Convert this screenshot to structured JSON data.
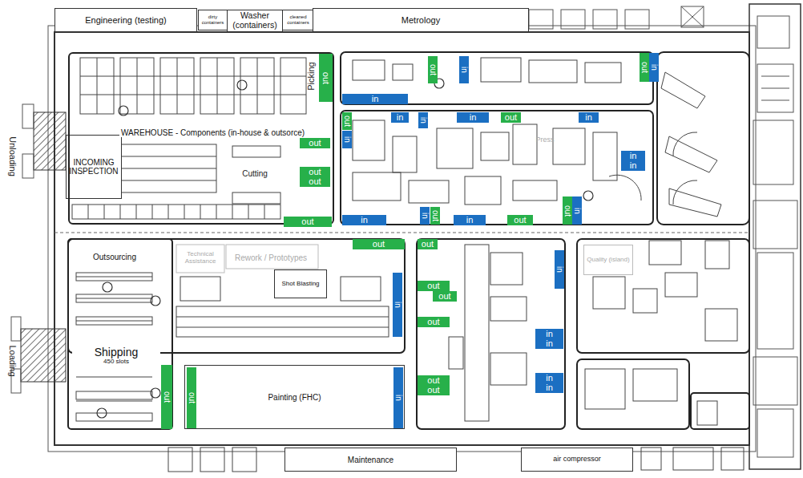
{
  "diagram": {
    "nodes": [
      {
        "text": [
          "Engineering (testing)"
        ]
      },
      {
        "text": [
          "dirty containers"
        ]
      },
      {
        "text": [
          "Washer (containers)"
        ]
      },
      {
        "text": [
          "cleaned containers"
        ]
      },
      {
        "text": [
          "Metrology"
        ]
      },
      {
        "text": [
          "INCOMING INSPECTION"
        ]
      },
      {
        "text": [
          "WAREHOUSE - Components (in-house & outsorce)"
        ]
      },
      {
        "text": [
          "out"
        ],
        "in": 6
      },
      {
        "text": [
          "out"
        ],
        "in": 6
      },
      {
        "text": [
          "out"
        ],
        "in": 6
      },
      {
        "text": [
          "out"
        ],
        "in": 6
      },
      {
        "text": [
          "out"
        ],
        "in": 6
      },
      {
        "text": [
          "in"
        ]
      },
      {
        "text": [
          "out"
        ]
      },
      {
        "text": [
          "in"
        ]
      },
      {
        "text": [
          "out"
        ]
      },
      {
        "text": [
          "in"
        ]
      },
      {
        "text": [
          "out"
        ]
      },
      {
        "text": [
          "in"
        ]
      },
      {
        "text": [
          "in"
        ]
      },
      {
        "text": [
          "in"
        ]
      },
      {
        "text": [
          "in"
        ]
      },
      {
        "text": [
          "out"
        ]
      },
      {
        "text": [
          "in"
        ]
      },
      {
        "text": [
          "in"
        ]
      },
      {
        "text": [
          "in"
        ]
      },
      {
        "text": [
          "in"
        ]
      },
      {
        "text": [
          "in"
        ]
      },
      {
        "text": [
          "out"
        ]
      },
      {
        "text": [
          "in"
        ]
      },
      {
        "text": [
          "out"
        ]
      },
      {
        "text": [
          "out"
        ]
      },
      {
        "text": [
          "in"
        ]
      },
      {
        "text": [
          "Outsourcing"
        ]
      },
      {
        "text": [
          "Shot Blasting"
        ]
      },
      {
        "text": [
          "out"
        ]
      },
      {
        "text": [
          "in"
        ]
      },
      {
        "text": [
          "Shipping",
          "450 slots"
        ]
      },
      {
        "text": [
          "out"
        ]
      },
      {
        "text": [
          "Painting (FHC)"
        ]
      },
      {
        "text": [
          "out"
        ],
        "in": 39
      },
      {
        "text": [
          "in"
        ],
        "in": 39
      },
      {
        "text": [
          "out"
        ]
      },
      {
        "text": [
          "in"
        ]
      },
      {
        "text": [
          "out"
        ]
      },
      {
        "text": [
          "out"
        ]
      },
      {
        "text": [
          "out"
        ]
      },
      {
        "text": [
          "in"
        ]
      },
      {
        "text": [
          "in"
        ]
      },
      {
        "text": [
          "out"
        ]
      },
      {
        "text": [
          "out"
        ]
      },
      {
        "text": [
          "in"
        ]
      },
      {
        "text": [
          "in"
        ]
      },
      {
        "text": [
          "Quality (island)"
        ]
      },
      {
        "text": [
          "Maintenance"
        ]
      },
      {
        "text": [
          "air compressor"
        ]
      }
    ],
    "labels": [
      "Unloading",
      "Loading",
      "Picking",
      "Cutting",
      "Press",
      "Technical Assistance",
      "Rework / Prototypes"
    ]
  }
}
